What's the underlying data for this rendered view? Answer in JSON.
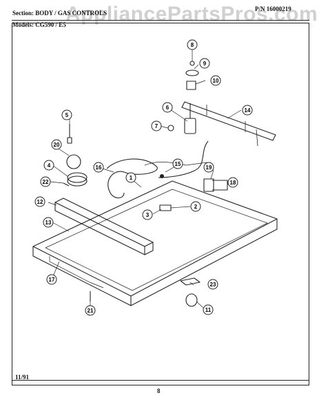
{
  "header": {
    "section_label": "Section:",
    "section_value": "BODY / GAS CONTROLS",
    "models_label": "Models:",
    "models_value": "CG590 / E5"
  },
  "part_number": "P/N 16000219",
  "watermark": "AppliancePartsPros.com",
  "footer": {
    "date": "11/91",
    "page": "8"
  },
  "callouts": [
    "1",
    "2",
    "3",
    "4",
    "5",
    "6",
    "7",
    "8",
    "9",
    "10",
    "11",
    "12",
    "13",
    "14",
    "15",
    "16",
    "17",
    "18",
    "19",
    "20",
    "21",
    "22",
    "23"
  ]
}
